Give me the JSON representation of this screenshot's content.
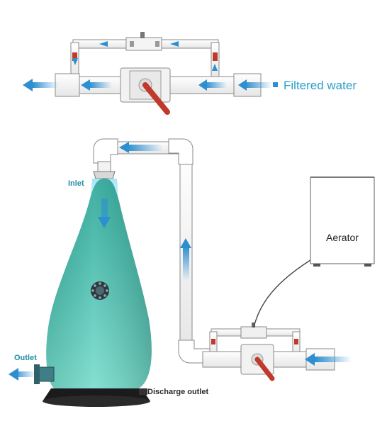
{
  "labels": {
    "filtered_water": "Filtered water",
    "inlet": "Inlet",
    "outlet": "Outlet",
    "discharge_outlet": "Discharge outlet",
    "aerator": "Aerator"
  },
  "colors": {
    "pipe_fill": "#ffffff",
    "pipe_stroke": "#8a8a8a",
    "flow_arrow": "#2d8fd0",
    "handle": "#c0392b",
    "tank_top": "#2ba89a",
    "tank_bottom": "#6ed8c8",
    "label_teal": "#1f8fa3",
    "label_blue": "#2aa0c8"
  }
}
